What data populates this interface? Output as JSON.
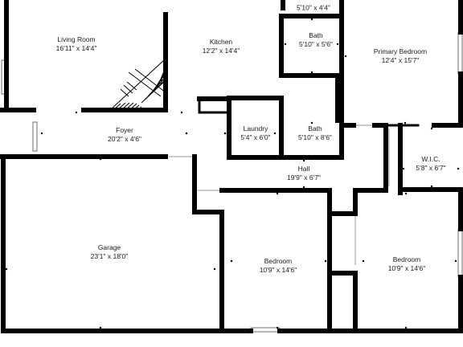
{
  "rooms": {
    "living_room": {
      "name": "Living Room",
      "dims": "16'11\" x 14'4\""
    },
    "kitchen": {
      "name": "Kitchen",
      "dims": "12'2\" x 14'4\""
    },
    "bath_top_clipped": {
      "dims": "5'10\" x 4'4\""
    },
    "bath_upper": {
      "name": "Bath",
      "dims": "5'10\" x 5'6\""
    },
    "primary_bedroom": {
      "name": "Primary Bedroom",
      "dims": "12'4\" x 15'7\""
    },
    "foyer": {
      "name": "Foyer",
      "dims": "20'2\" x 4'6\""
    },
    "laundry": {
      "name": "Laundry",
      "dims": "5'4\" x 6'0\""
    },
    "bath_lower": {
      "name": "Bath",
      "dims": "5'10\" x 8'6\""
    },
    "wic": {
      "name": "W.I.C.",
      "dims": "5'8\" x 6'7\""
    },
    "hall": {
      "name": "Hall",
      "dims": "19'9\" x 6'7\""
    },
    "garage": {
      "name": "Garage",
      "dims": "23'1\" x 18'0\""
    },
    "bedroom_center": {
      "name": "Bedroom",
      "dims": "10'9\" x 14'6\""
    },
    "bedroom_right": {
      "name": "Bedroom",
      "dims": "10'9\" x 14'6\""
    }
  }
}
